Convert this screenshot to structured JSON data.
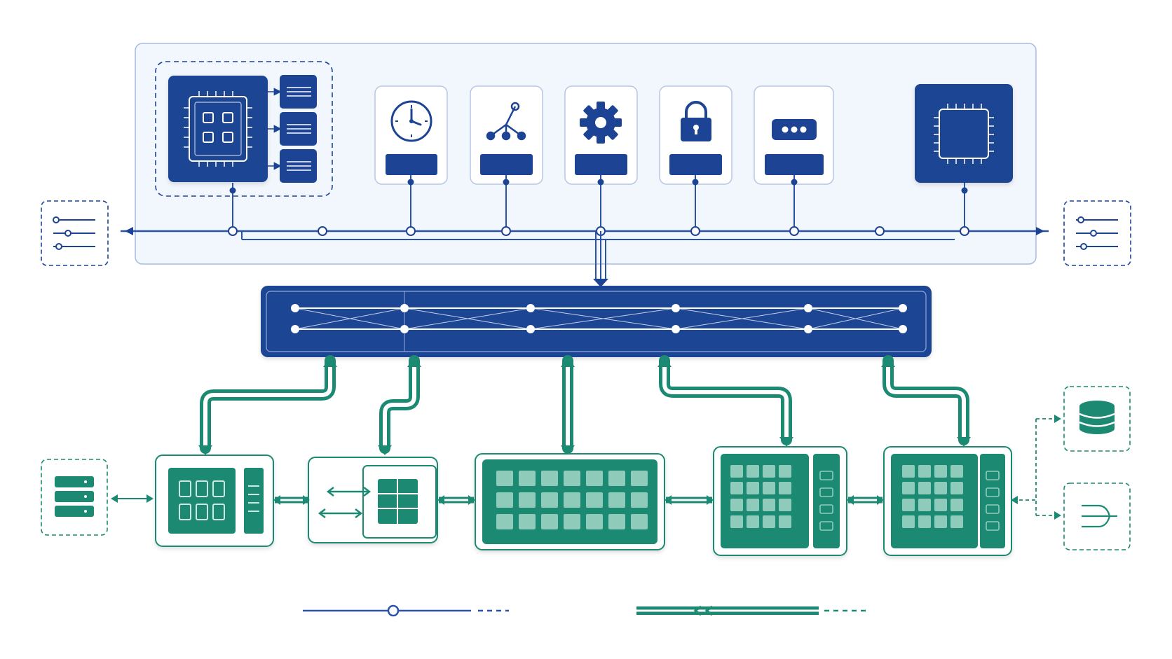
{
  "colors": {
    "background": "#ffffff",
    "panel_fill": "#f2f6fd",
    "panel_stroke": "#a9bce3",
    "blue_dark": "#1d4494",
    "blue_bus": "#2a53a8",
    "card_stroke": "#b8c6e6",
    "teal": "#1c8a72",
    "teal_dark": "#187762",
    "teal_light": "#eef7f4",
    "teal_cell": "#8fcbbb"
  },
  "control_plane": {
    "controller_module": {
      "icon": "processor-chip-icon",
      "subunits": 3
    },
    "function_cards": [
      {
        "icon": "clock-icon"
      },
      {
        "icon": "branch-graph-icon"
      },
      {
        "icon": "gear-icon"
      },
      {
        "icon": "lock-icon"
      },
      {
        "icon": "ellipsis-icon"
      }
    ],
    "aux_processor": {
      "icon": "processor-chip-icon"
    },
    "left_port": {
      "icon": "sliders-icon"
    },
    "right_port": {
      "icon": "sliders-icon"
    }
  },
  "interconnect": {
    "icon": "crossbar-mesh-icon"
  },
  "compute_modules": [
    {
      "kind": "processor-grid-module",
      "icon": "grid-2x3-icon"
    },
    {
      "kind": "transfer-module",
      "icon": "bidirectional-arrows-icon"
    },
    {
      "kind": "wide-array-module",
      "icon": "grid-7x3-icon"
    },
    {
      "kind": "array-module",
      "icon": "grid-5x4-icon"
    },
    {
      "kind": "array-module",
      "icon": "grid-5x4-icon"
    }
  ],
  "io": {
    "left_storage": {
      "icon": "server-stack-icon"
    },
    "right_database": {
      "icon": "database-icon"
    },
    "right_merge": {
      "icon": "merge-funnel-icon"
    }
  },
  "legend": {
    "control_link": {
      "icon": "control-line-icon"
    },
    "data_link": {
      "icon": "data-pipe-icon"
    }
  }
}
